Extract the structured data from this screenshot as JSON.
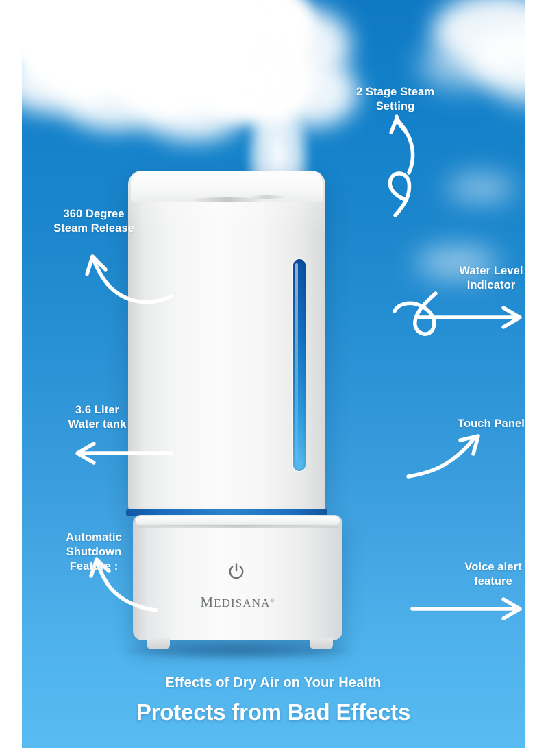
{
  "poster": {
    "background": {
      "sky_top_color": "#0f79c4",
      "sky_bottom_color": "#58bcf2"
    },
    "product": {
      "brand_name": "Medisana",
      "brand_registered_mark": "®",
      "power_icon": "power-icon",
      "water_level_bar": {
        "top_color": "#0b4fa0",
        "bottom_color": "#59bdf0"
      },
      "accent_band_color": "#2e86cf"
    },
    "callouts": [
      {
        "id": "two-stage-steam-setting",
        "text": "2 Stage Steam\nSetting",
        "arrow": "curly-up-arrow"
      },
      {
        "id": "360-degree-steam-release",
        "text": "360 Degree\nSteam Release",
        "arrow": "curved-up-left-arrow"
      },
      {
        "id": "water-level-indicator",
        "text": "Water Level\nIndicator",
        "arrow": "loop-right-arrow"
      },
      {
        "id": "water-tank-capacity",
        "text": "3.6 Liter\nWater tank",
        "arrow": "straight-left-arrow"
      },
      {
        "id": "touch-panel",
        "text": "Touch Panel",
        "arrow": "curved-up-right-arrow"
      },
      {
        "id": "automatic-shutdown-feature",
        "text": "Automatic\nShutdown\nFeature :",
        "arrow": "curved-up-left-arrow"
      },
      {
        "id": "voice-alert-feature",
        "text": "Voice alert\nfeature",
        "arrow": "straight-right-arrow"
      }
    ],
    "footer": {
      "subtitle": "Effects of Dry Air on Your Health",
      "headline": "Protects from Bad Effects"
    }
  }
}
